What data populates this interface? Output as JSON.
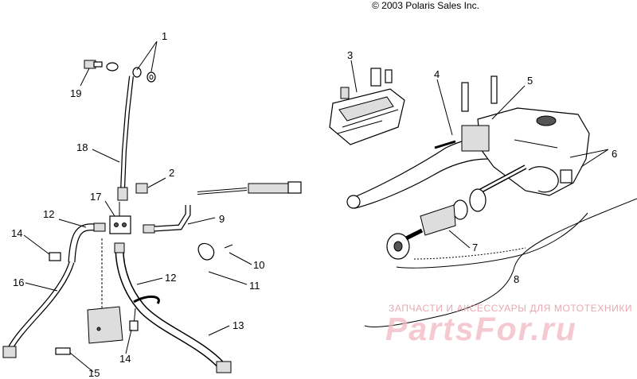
{
  "copyright": "© 2003 Polaris Sales Inc.",
  "watermark": {
    "subtitle": "ЗАПЧАСТИ И АКСЕССУАРЫ ДЛЯ МОТОТЕХНИКИ",
    "brand": "PartsFor.ru"
  },
  "callouts": {
    "c1": "1",
    "c2": "2",
    "c3": "3",
    "c4": "4",
    "c5": "5",
    "c6": "6",
    "c7": "7",
    "c8": "8",
    "c9": "9",
    "c10": "10",
    "c11": "11",
    "c12a": "12",
    "c12b": "12",
    "c13": "13",
    "c14a": "14",
    "c14b": "14",
    "c15": "15",
    "c16": "16",
    "c17": "17",
    "c18": "18",
    "c19": "19"
  }
}
